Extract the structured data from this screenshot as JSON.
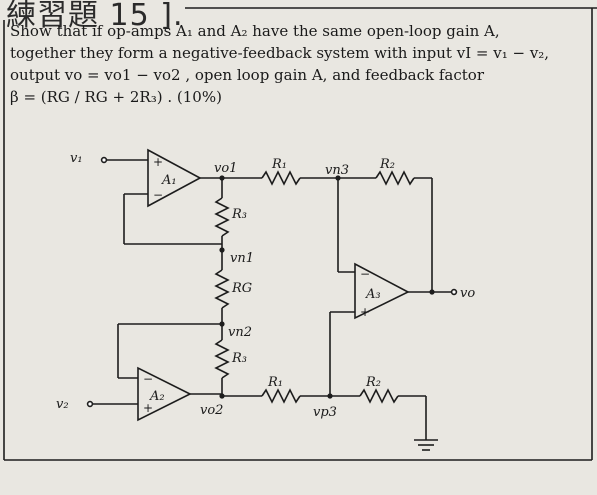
{
  "header": {
    "mark": "練習題 15 ]."
  },
  "problem": {
    "line1": "Show that if op-amps A₁ and A₂ have the same open-loop gain A,",
    "line2": "together they form a negative-feedback system with input vI = v₁ − v₂,",
    "line3": "output vo = vo1 − vo2 , open loop gain A, and feedback factor",
    "line4": "β = (RG / RG + 2R₃) . (10%)"
  },
  "circuit": {
    "a1": "A₁",
    "a2": "A₂",
    "a3": "A₃",
    "v1": "v₁",
    "v2": "v₂",
    "vo1": "vo1",
    "vo2": "vo2",
    "vn1": "vn1",
    "vn2": "vn2",
    "vn3": "vn3",
    "vp3": "vp3",
    "vo": "vo",
    "r1": "R₁",
    "r2": "R₂",
    "r3": "R₃",
    "rg": "RG",
    "plus": "+",
    "minus": "−"
  }
}
